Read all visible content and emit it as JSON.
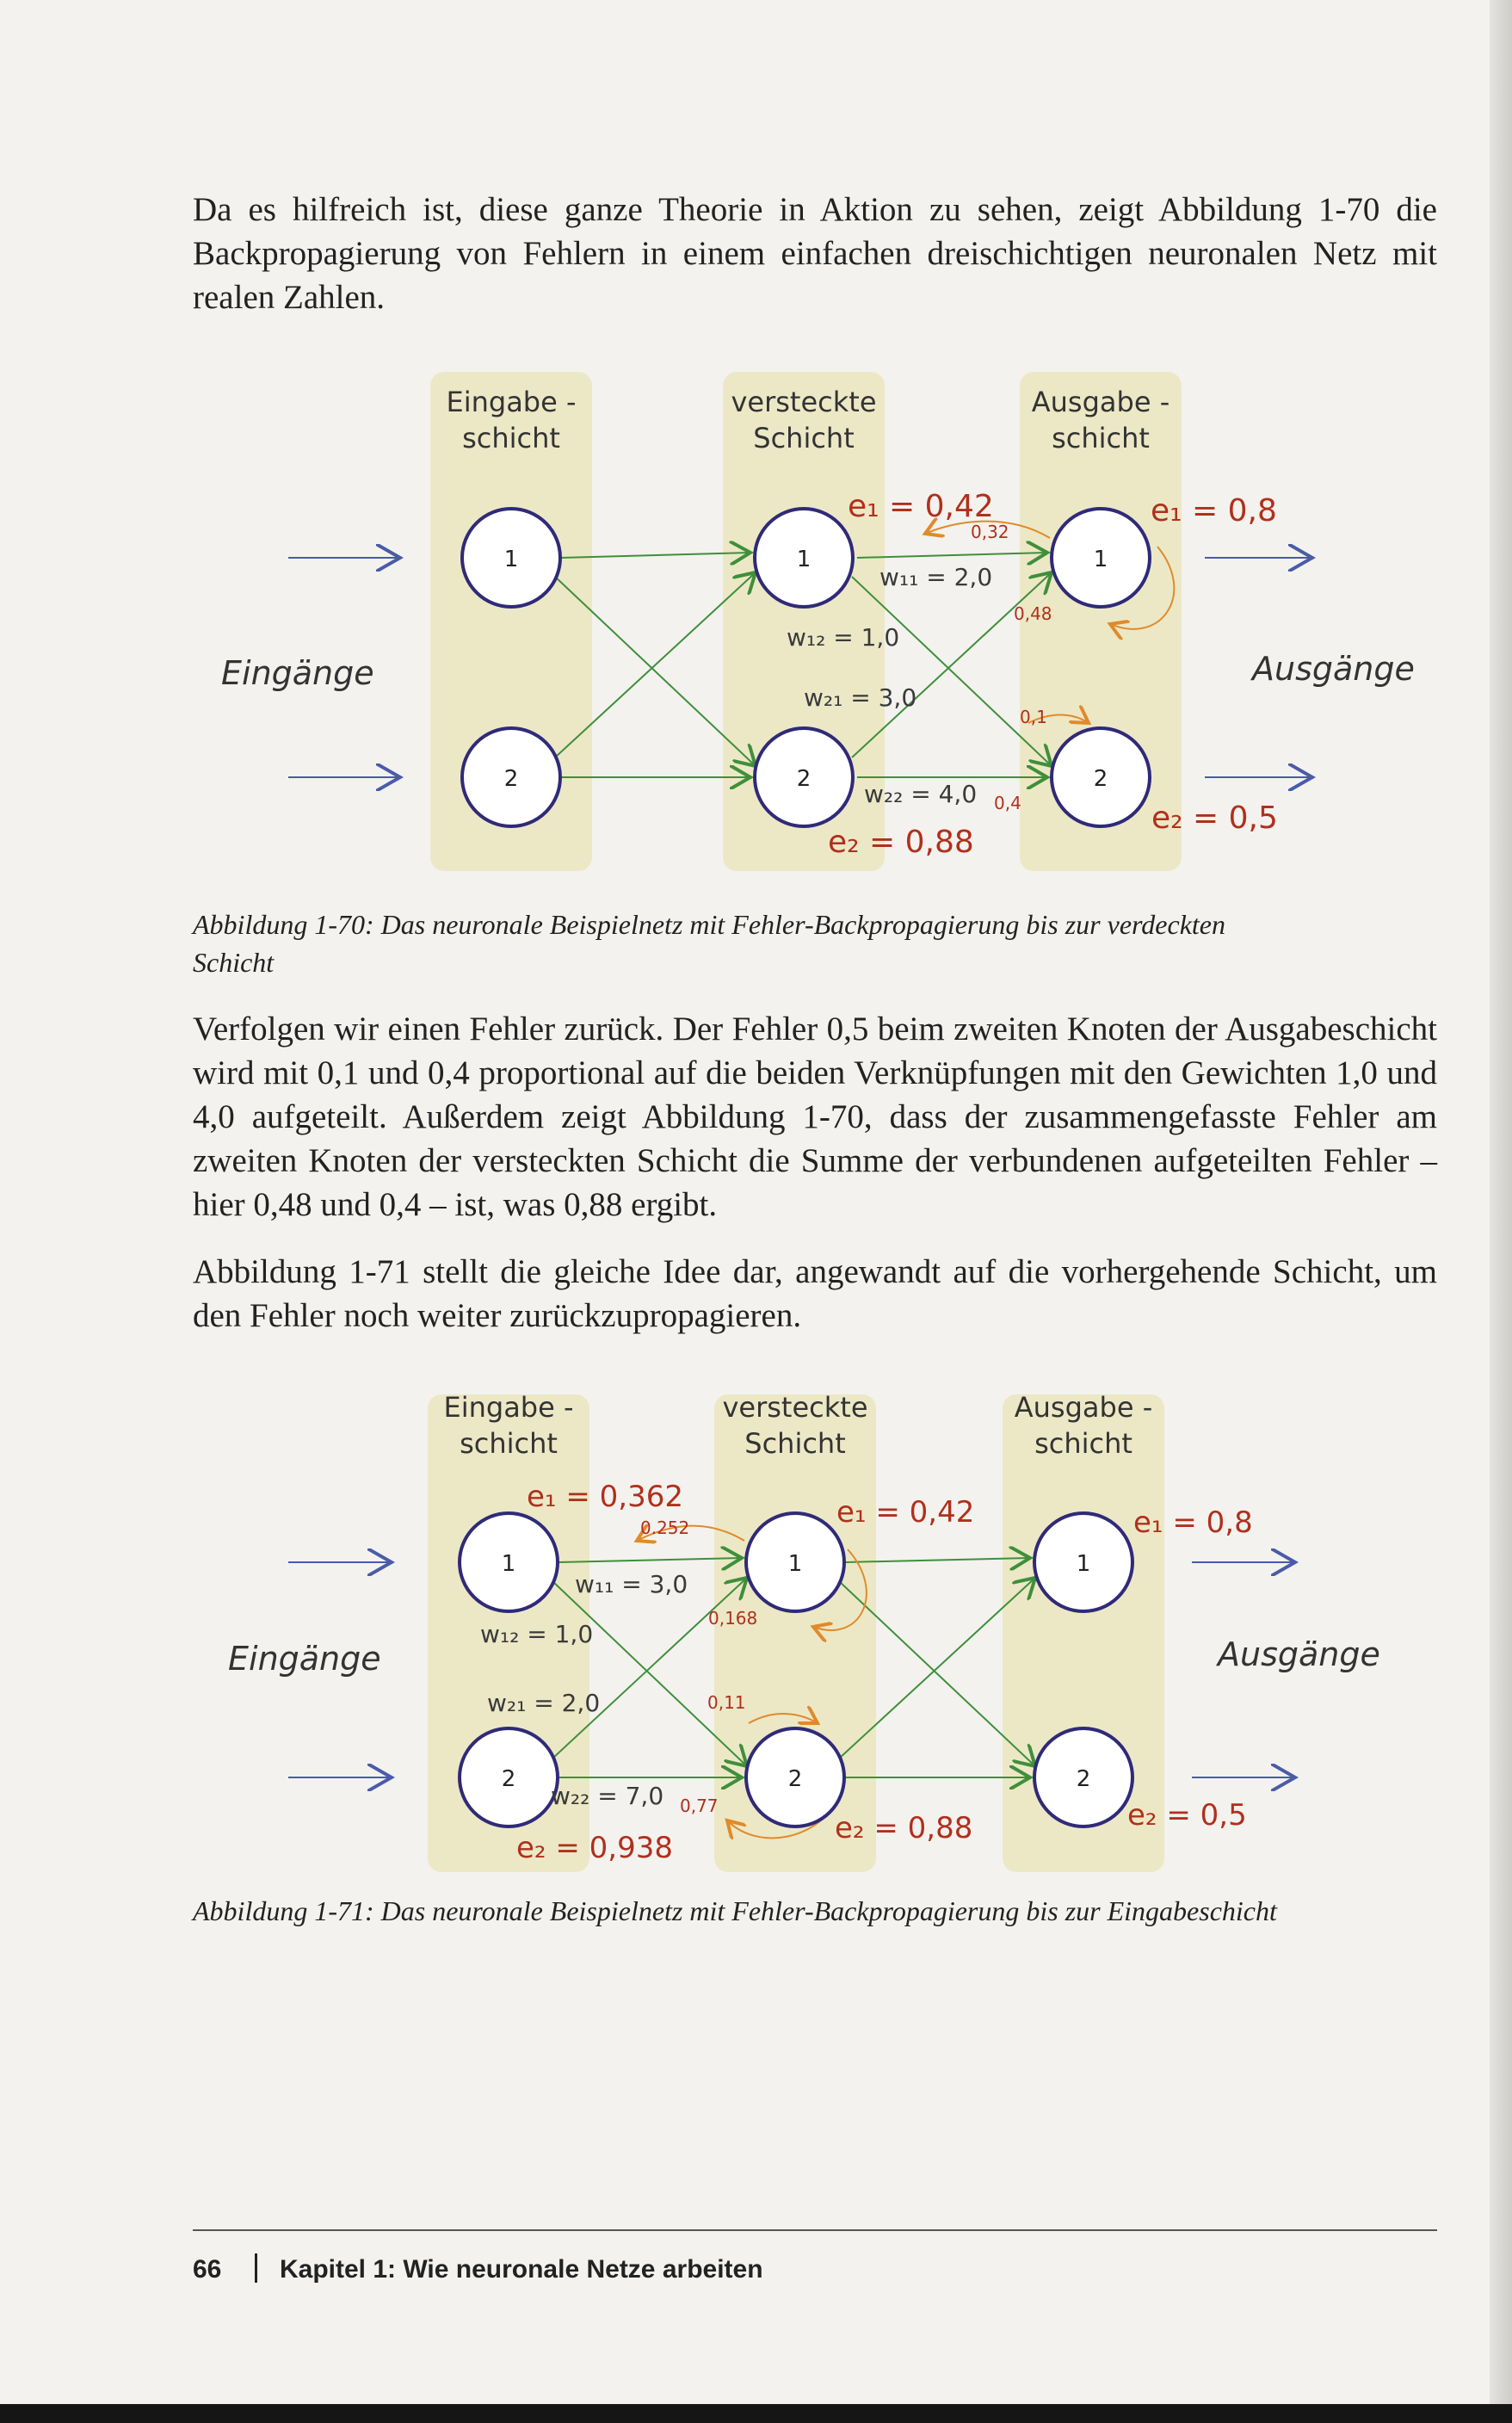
{
  "paragraphs": {
    "intro": "Da es hilfreich ist, diese ganze Theorie in Aktion zu sehen, zeigt Abbildung 1-70 die Backpropagierung von Fehlern in einem einfachen dreischichtigen neuronalen Netz mit realen Zahlen.",
    "trace": "Verfolgen wir einen Fehler zurück. Der Fehler 0,5 beim zweiten Knoten der Ausgabeschicht wird mit 0,1 und 0,4 proportional auf die beiden Verknüpfungen mit den Gewichten 1,0 und 4,0 aufgeteilt. Außerdem zeigt Abbildung 1-70, dass der zusammengefasste Fehler am zweiten Knoten der versteckten Schicht die Summe der verbundenen aufgeteilten Fehler – hier 0,48 und 0,4 – ist, was 0,88 ergibt.",
    "next": "Abbildung 1-71 stellt die gleiche Idee dar, angewandt auf die vorhergehende Schicht, um den Fehler noch weiter zurückzupropagieren."
  },
  "figure1": {
    "layer_input": [
      "Eingabe -",
      "schicht"
    ],
    "layer_hidden": [
      "versteckte",
      "Schicht"
    ],
    "layer_output": [
      "Ausgabe -",
      "schicht"
    ],
    "label_inputs": "Eingänge",
    "label_outputs": "Ausgänge",
    "node1": "1",
    "node2": "2",
    "err_hidden1": "e₁ = 0,42",
    "err_hidden2": "e₂ = 0,88",
    "err_out1": "e₁ = 0,8",
    "err_out2": "e₂ = 0,5",
    "w11": "w₁₁ = 2,0",
    "w12": "w₁₂ = 1,0",
    "w21": "w₂₁ = 3,0",
    "w22": "w₂₂ = 4,0",
    "split_a": "0,32",
    "split_b": "0,48",
    "split_c": "0,1",
    "split_d": "0,4",
    "caption": "Abbildung 1-70: Das neuronale Beispielnetz mit Fehler-Backpropagierung bis zur verdeckten Schicht"
  },
  "figure2": {
    "layer_input": [
      "Eingabe -",
      "schicht"
    ],
    "layer_hidden": [
      "versteckte",
      "Schicht"
    ],
    "layer_output": [
      "Ausgabe -",
      "schicht"
    ],
    "label_inputs": "Eingänge",
    "label_outputs": "Ausgänge",
    "node1": "1",
    "node2": "2",
    "err_in1": "e₁ = 0,362",
    "err_in2": "e₂ = 0,938",
    "err_hidden1": "e₁ = 0,42",
    "err_hidden2": "e₂ = 0,88",
    "err_out1": "e₁ = 0,8",
    "err_out2": "e₂ = 0,5",
    "w11": "w₁₁ = 3,0",
    "w12": "w₁₂ = 1,0",
    "w21": "w₂₁ = 2,0",
    "w22": "w₂₂ = 7,0",
    "split_a": "0.252",
    "split_b": "0,168",
    "split_c": "0,11",
    "split_d": "0,77",
    "caption": "Abbildung 1-71: Das neuronale Beispielnetz mit Fehler-Backpropagierung bis zur Eingabeschicht"
  },
  "footer": {
    "page_number": "66",
    "chapter": "Kapitel 1: Wie neuronale Netze arbeiten"
  },
  "colors": {
    "layer_box": "#ece8c6",
    "node_ring": "#2f2a78",
    "green_link": "#3f8f3a",
    "orange_split": "#e08a2a",
    "error_red": "#b0301c",
    "weight_text": "#3a3a3a",
    "arrow_blue": "#4a5ba8"
  }
}
